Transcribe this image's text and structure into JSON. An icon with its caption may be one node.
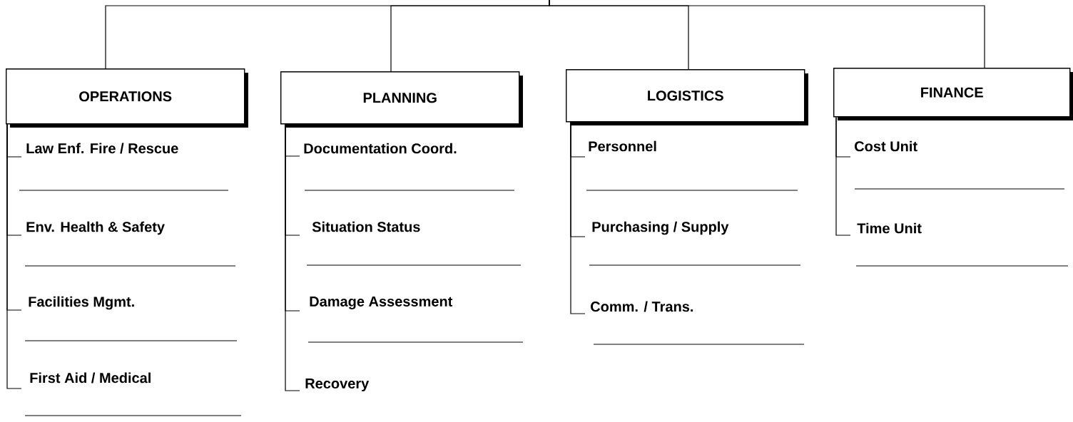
{
  "diagram": {
    "nodes": [
      {
        "text": [
          "OPERATIONS"
        ]
      },
      {
        "text": [
          "Law Enf. Fire / Rescue"
        ]
      },
      {
        "text": [
          "Env. Health & Safety"
        ]
      },
      {
        "text": [
          "Facilities Mgmt."
        ]
      },
      {
        "text": [
          "First Aid / Medical"
        ]
      },
      {
        "text": [
          "PLANNING"
        ]
      },
      {
        "text": [
          "Documentation Coord."
        ]
      },
      {
        "text": [
          "Situation Status"
        ]
      },
      {
        "text": [
          "Damage Assessment"
        ]
      },
      {
        "text": [
          "Recovery"
        ]
      },
      {
        "text": [
          "LOGISTICS"
        ]
      },
      {
        "text": [
          "Personnel"
        ]
      },
      {
        "text": [
          "Purchasing / Supply"
        ]
      },
      {
        "text": [
          "Comm. / Trans."
        ]
      },
      {
        "text": [
          "FINANCE"
        ]
      },
      {
        "text": [
          "Cost Unit"
        ]
      },
      {
        "text": [
          "Time Unit"
        ]
      }
    ],
    "edges": [
      {
        "from": null,
        "to": 0,
        "arrow": "none"
      },
      {
        "from": null,
        "to": 5,
        "arrow": "none"
      },
      {
        "from": null,
        "to": 10,
        "arrow": "none"
      },
      {
        "from": null,
        "to": 14,
        "arrow": "none"
      },
      {
        "from": 0,
        "to": 1,
        "arrow": "none"
      },
      {
        "from": 0,
        "to": 2,
        "arrow": "none"
      },
      {
        "from": 0,
        "to": 3,
        "arrow": "none"
      },
      {
        "from": 0,
        "to": 4,
        "arrow": "none"
      },
      {
        "from": 5,
        "to": 6,
        "arrow": "none"
      },
      {
        "from": 5,
        "to": 7,
        "arrow": "none"
      },
      {
        "from": 5,
        "to": 8,
        "arrow": "none"
      },
      {
        "from": 5,
        "to": 9,
        "arrow": "none"
      },
      {
        "from": 10,
        "to": 11,
        "arrow": "none"
      },
      {
        "from": 10,
        "to": 12,
        "arrow": "none"
      },
      {
        "from": 10,
        "to": 13,
        "arrow": "none"
      },
      {
        "from": 14,
        "to": 15,
        "arrow": "none"
      },
      {
        "from": 14,
        "to": 16,
        "arrow": "none"
      }
    ]
  }
}
